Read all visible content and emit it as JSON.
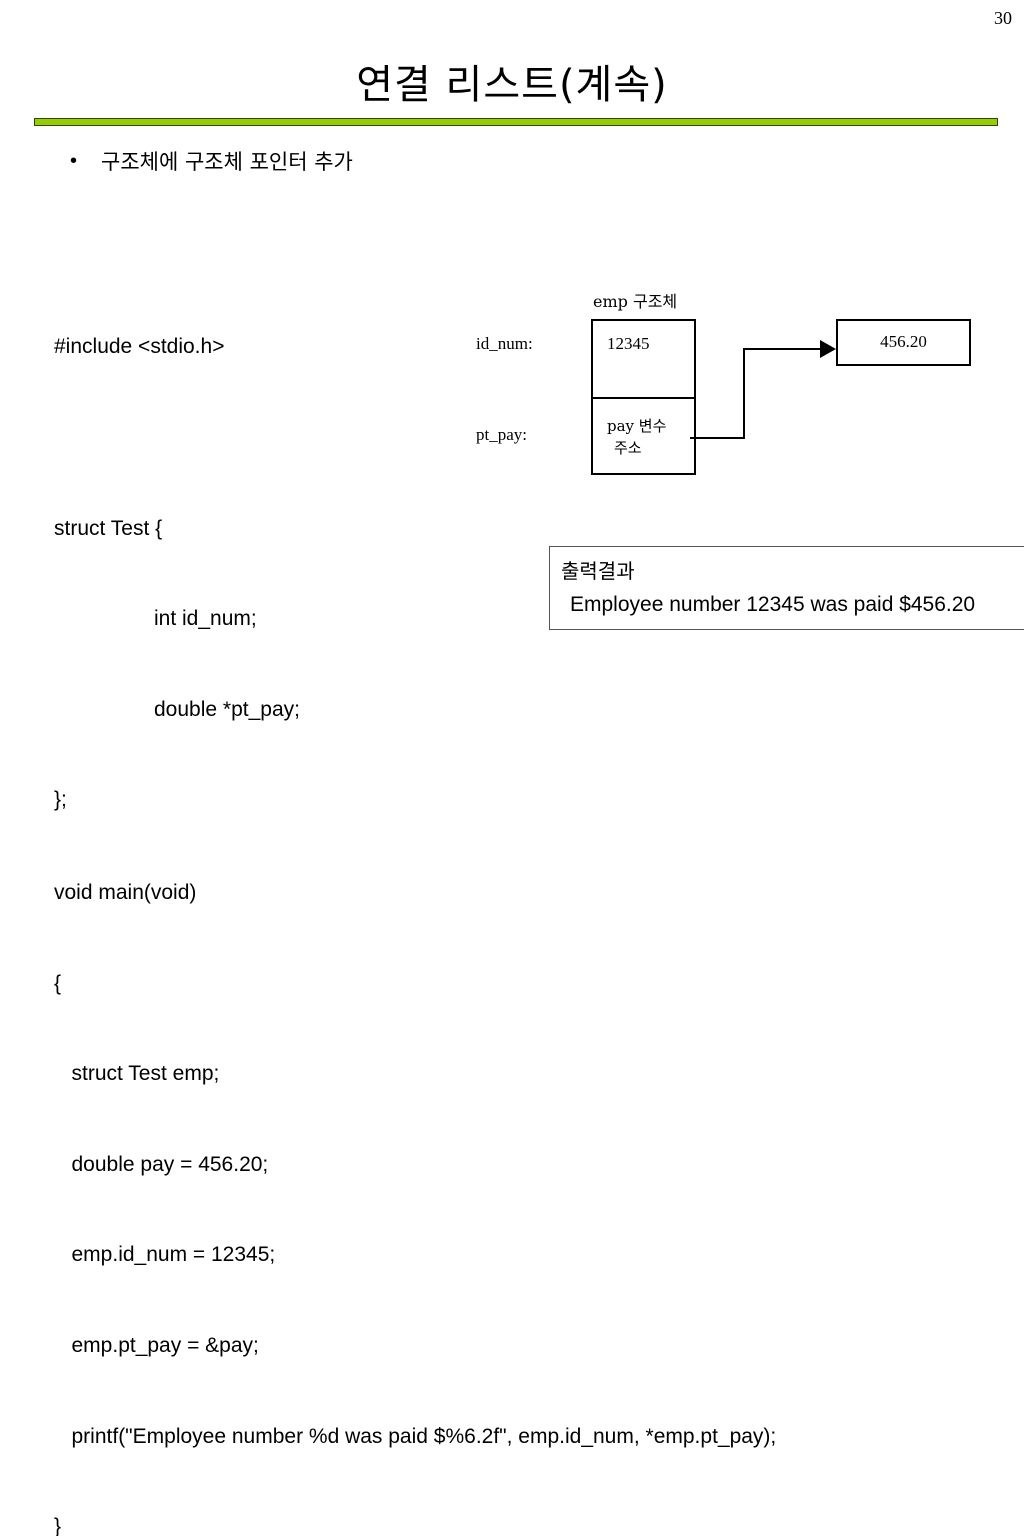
{
  "slide": {
    "page_number": "30",
    "title": "연결 리스트(계속)",
    "bullet": "구조체에 구조체 포인터 추가"
  },
  "code": {
    "lines": [
      "#include <stdio.h>",
      "",
      "struct Test {",
      "\t\tint id_num;",
      "\t\tdouble *pt_pay;",
      "};",
      "void main(void)",
      "{",
      "   struct Test emp;",
      "   double pay = 456.20;",
      "   emp.id_num = 12345;",
      "   emp.pt_pay = &pay;",
      "   printf(\"Employee number %d was paid $%6.2f\", emp.id_num, *emp.pt_pay);",
      "}"
    ]
  },
  "diagram": {
    "struct_label": "emp 구조체",
    "id_num_label": "id_num:",
    "pt_pay_label": "pt_pay:",
    "id_num_value": "12345",
    "pt_pay_value_line1": "pay 변수",
    "pt_pay_value_line2": "주소",
    "target_value": "456.20"
  },
  "output": {
    "title": "출력결과",
    "text": "Employee number 12345 was paid $456.20"
  }
}
